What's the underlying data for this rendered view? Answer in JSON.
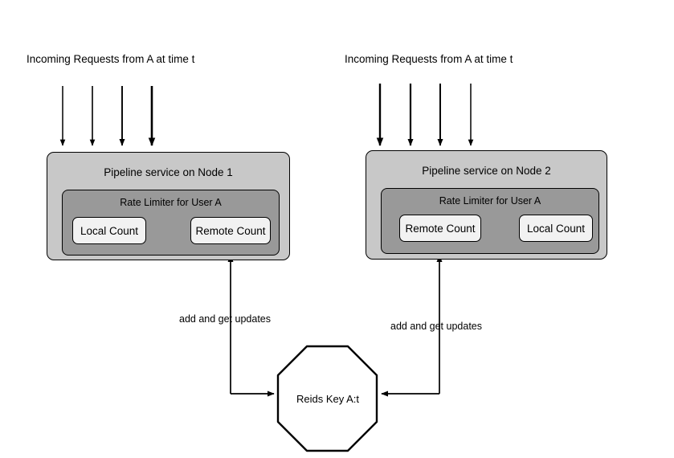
{
  "diagram": {
    "title_left": "Incoming Requests from A at time t",
    "title_right": "Incoming Requests from A at time t",
    "nodes": [
      {
        "id": "node-1",
        "title": "Pipeline service on Node 1",
        "limiter_title": "Rate Limiter for User A",
        "boxes": [
          {
            "id": "local-count-1",
            "label": "Local Count"
          },
          {
            "id": "remote-count-1",
            "label": "Remote Count"
          }
        ],
        "edge_label": "add and get updates",
        "request_arrows": 4
      },
      {
        "id": "node-2",
        "title": "Pipeline service on Node 2",
        "limiter_title": "Rate Limiter for User A",
        "boxes": [
          {
            "id": "remote-count-2",
            "label": "Remote Count"
          },
          {
            "id": "local-count-2",
            "label": "Local Count"
          }
        ],
        "edge_label": "add and get updates",
        "request_arrows": 4
      }
    ],
    "store": {
      "id": "redis-key-store",
      "label": "Reids Key A:t",
      "shape": "octagon"
    },
    "colors": {
      "stroke": "#000000",
      "node_fill": "#c8c8c8",
      "limiter_fill": "#999999",
      "count_fill": "#f2f2f2",
      "store_fill": "#ffffff",
      "canvas": "#ffffff"
    }
  }
}
